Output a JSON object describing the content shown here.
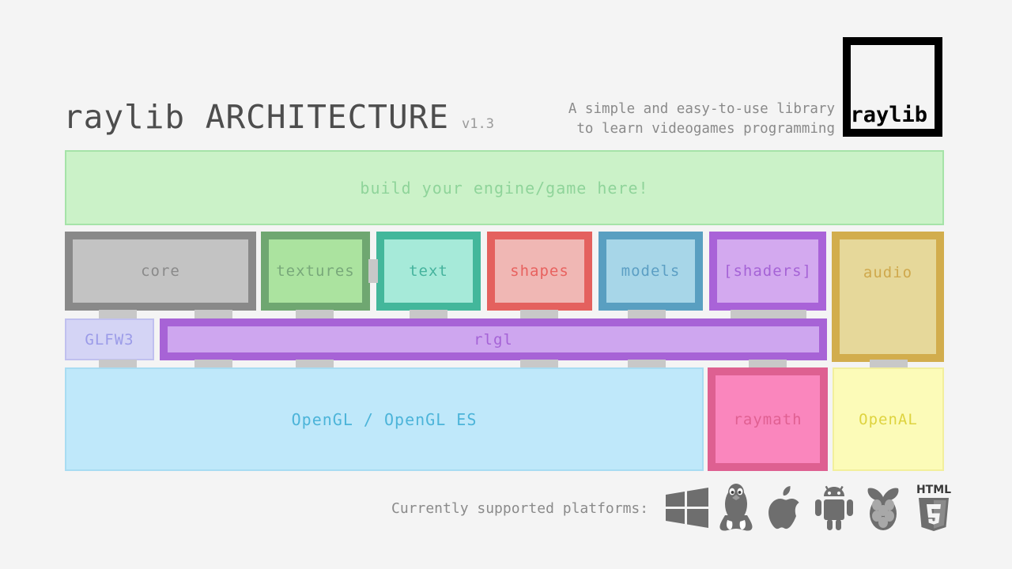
{
  "page": {
    "background": "#f4f4f4"
  },
  "header": {
    "title": "raylib ARCHITECTURE",
    "version": "v1.3",
    "tagline_line1": "A simple and easy-to-use library",
    "tagline_line2": "to learn videogames programming",
    "logo_text": "raylib"
  },
  "banner": {
    "label": "build your engine/game here!",
    "border": "#a5e3a8",
    "fill": "#cbf2c8",
    "text_color": "#8fd49a"
  },
  "modules": [
    {
      "label": "core",
      "border": "#898989",
      "fill": "#c3c3c3",
      "text_color": "#8a8a8a"
    },
    {
      "label": "textures",
      "border": "#6fa771",
      "fill": "#abe39f",
      "text_color": "#78a87a"
    },
    {
      "label": "text",
      "border": "#43b79b",
      "fill": "#a6ead9",
      "text_color": "#45b39d"
    },
    {
      "label": "shapes",
      "border": "#e4615e",
      "fill": "#f0b7b4",
      "text_color": "#e8625f"
    },
    {
      "label": "models",
      "border": "#599fc1",
      "fill": "#a7d6e8",
      "text_color": "#5c9fc4"
    },
    {
      "label": "[shaders]",
      "border": "#a963d8",
      "fill": "#d3a9ef",
      "text_color": "#a563d6"
    },
    {
      "label": "audio",
      "border": "#d2ad4d",
      "fill": "#e6d89a",
      "text_color": "#cfa84c"
    }
  ],
  "layer_backend": [
    {
      "label": "GLFW3",
      "border": "#c0c0ef",
      "fill": "#d4d4f5",
      "text_color": "#9b9be8"
    },
    {
      "label": "rlgl",
      "border": "#a763d6",
      "fill": "#cea6ef",
      "text_color": "#a563d6"
    }
  ],
  "layer_platform": [
    {
      "label": "OpenGL / OpenGL ES",
      "border": "#a8dcf2",
      "fill": "#bfe8fa",
      "text_color": "#4cb4d9"
    },
    {
      "label": "raymath",
      "border": "#de6091",
      "fill": "#fa86bd",
      "text_color": "#e06092"
    },
    {
      "label": "OpenAL",
      "border": "#f2ef9c",
      "fill": "#fcfbb8",
      "text_color": "#ded33f"
    }
  ],
  "footer": {
    "platforms_label": "Currently supported platforms:",
    "platforms": [
      {
        "name": "windows-icon"
      },
      {
        "name": "linux-tux-icon"
      },
      {
        "name": "apple-icon"
      },
      {
        "name": "android-icon"
      },
      {
        "name": "raspberry-pi-icon"
      },
      {
        "name": "html5-icon"
      }
    ],
    "html5_badge_text": "HTML",
    "html5_badge_number": "5",
    "icon_color": "#6e6e6e"
  }
}
